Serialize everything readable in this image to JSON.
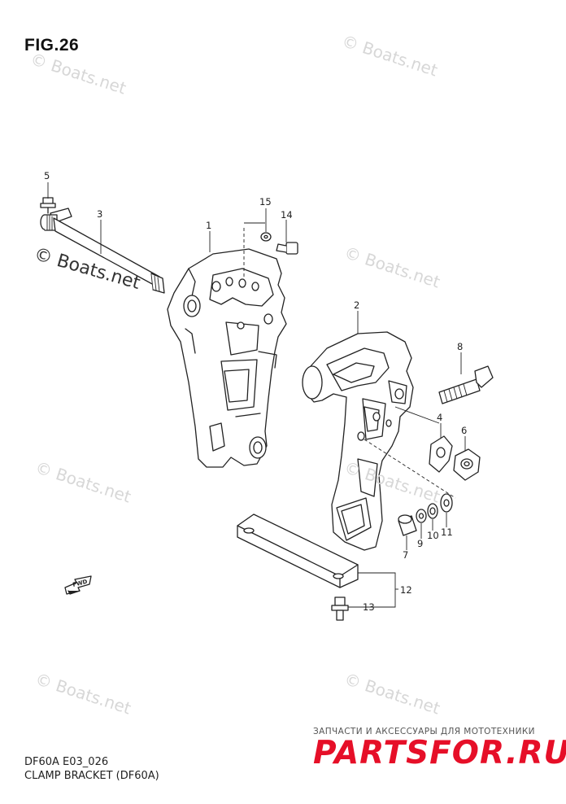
{
  "figure": {
    "title": "FIG.26"
  },
  "footer": {
    "model_code": "DF60A E03_026",
    "part_name": "CLAMP BRACKET (DF60A)"
  },
  "watermark": {
    "text": "© Boats.net"
  },
  "brand": {
    "tagline": "ЗАПЧАСТИ И АКСЕССУАРЫ ДЛЯ МОТОТЕХНИКИ",
    "logo_text": "PARTSFOR.RU",
    "logo_color": "#e60f28"
  },
  "callouts": [
    "1",
    "2",
    "3",
    "4",
    "5",
    "6",
    "7",
    "8",
    "9",
    "10",
    "11",
    "12",
    "13",
    "14",
    "15"
  ],
  "arrow_label": "FWD"
}
